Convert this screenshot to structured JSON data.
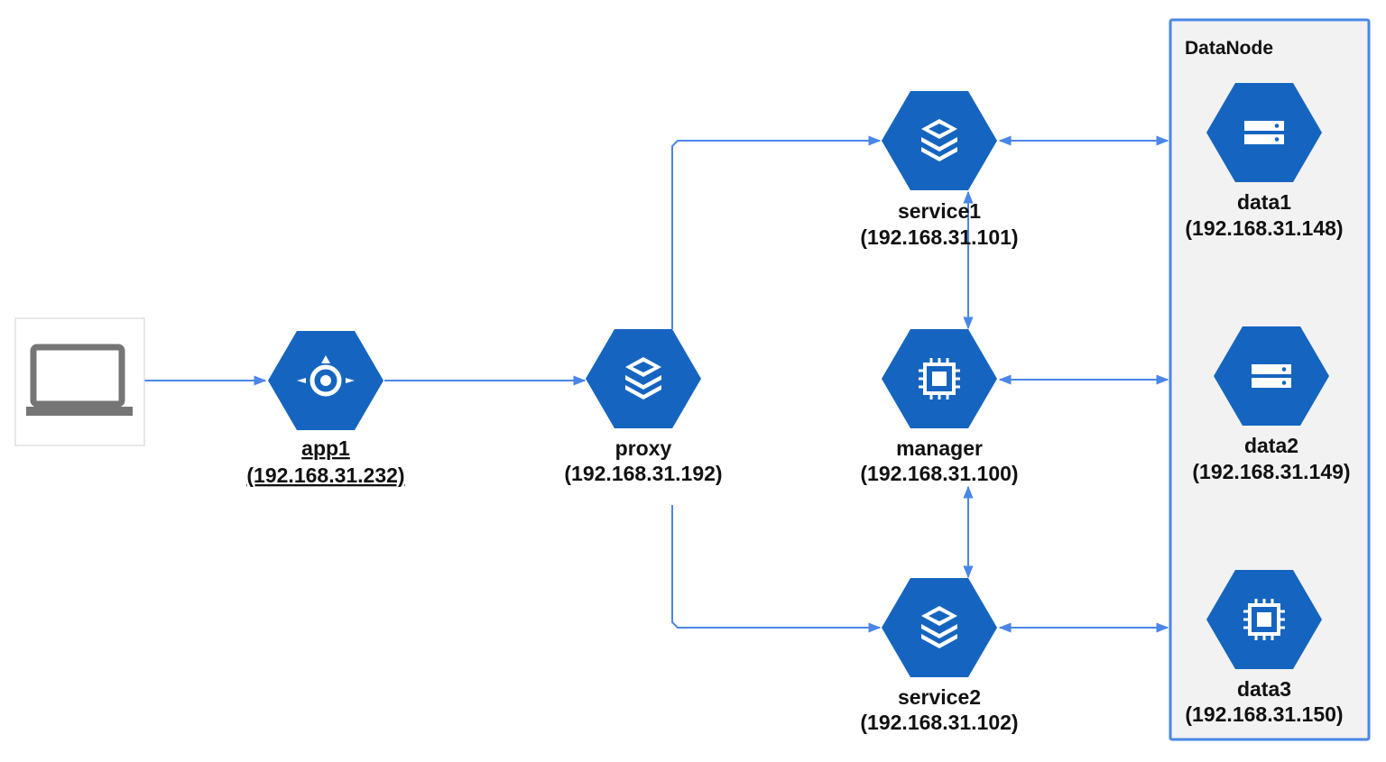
{
  "group": {
    "label": "DataNode"
  },
  "nodes": {
    "app1": {
      "name": "app1",
      "ip": "(192.168.31.232)",
      "icon": "app-engine-icon"
    },
    "proxy": {
      "name": "proxy",
      "ip": "(192.168.31.192)",
      "icon": "layers-icon"
    },
    "service1": {
      "name": "service1",
      "ip": "(192.168.31.101)",
      "icon": "layers-icon"
    },
    "manager": {
      "name": "manager",
      "ip": "(192.168.31.100)",
      "icon": "cpu-chip-icon"
    },
    "service2": {
      "name": "service2",
      "ip": "(192.168.31.102)",
      "icon": "layers-icon"
    },
    "data1": {
      "name": "data1",
      "ip": "(192.168.31.148)",
      "icon": "storage-server-icon"
    },
    "data2": {
      "name": "data2",
      "ip": "(192.168.31.149)",
      "icon": "storage-server-icon"
    },
    "data3": {
      "name": "data3",
      "ip": "(192.168.31.150)",
      "icon": "cpu-chip-icon"
    }
  },
  "client": {
    "icon": "laptop-icon"
  },
  "colors": {
    "hexagon": "#1565c0",
    "hexagon_shadow": "#0d47a1",
    "edge": "#4a86e8",
    "group_border": "#4a86e8",
    "group_fill": "#f2f2f2",
    "laptop": "#757575"
  }
}
